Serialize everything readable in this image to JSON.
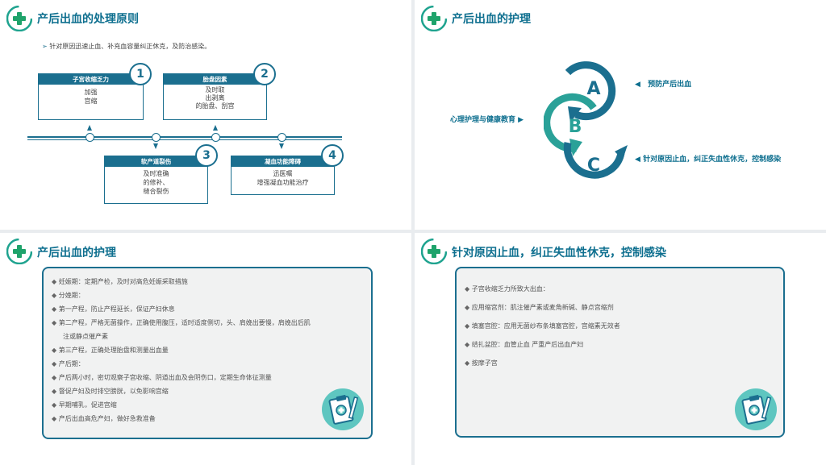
{
  "slide1": {
    "title": "产后出血的处理原则",
    "bullet": "针对原因迅速止血、补充血容量纠正休克，及防治感染。",
    "boxes": [
      {
        "num": "1",
        "header": "子宫收缩乏力",
        "lines": [
          "加强",
          "宫缩"
        ]
      },
      {
        "num": "2",
        "header": "胎盘因素",
        "lines": [
          "及时取",
          "出剥离",
          "的胎盘、刮宫"
        ]
      },
      {
        "num": "3",
        "header": "软产道裂伤",
        "lines": [
          "及时准确",
          "的修补、",
          "缝合裂伤"
        ]
      },
      {
        "num": "4",
        "header": "凝血功能障碍",
        "lines": [
          "迅医嘱",
          "增强凝血功能治疗"
        ]
      }
    ]
  },
  "slide2": {
    "title": "产后出血的护理",
    "letters": [
      "A",
      "B",
      "C"
    ],
    "label_a": "预防产后出血",
    "label_b": "心理护理与健康教育",
    "label_c": "针对原因止血，纠正失血性休克，控制感染"
  },
  "slide3": {
    "title": "产后出血的护理",
    "items": [
      "妊娠期：定期产检，及时对高危妊娠采取措施",
      "分娩期：",
      "第一产程，防止产程延长，保证产妇休息",
      "第二产程，严格无菌操作，正确使用腹压，适时适度侧切，头、肩娩出要慢，肩娩出后肌",
      "注或静点催产素",
      "第三产程，正确处理胎盘和测量出血量",
      "产后期：",
      "产后两小时，密切观察子宫收缩、阴道出血及会阴伤口，定期生命体征测量",
      "督促产妇及时排空膀胱，以免影响宫缩",
      "早期哺乳，促进宫缩",
      "产后出血高危产妇，做好急救准备"
    ]
  },
  "slide4": {
    "title": "针对原因止血，纠正失血性休克，控制感染",
    "items": [
      "子宫收缩乏力所致大出血：",
      "应用缩宫剂：肌注催产素或麦角新碱、静点宫缩剂",
      "填塞宫腔：应用无菌纱布条填塞宫腔，宫缩素无效者",
      "结扎盆腔：血管止血 严重产后出血产妇",
      "按摩子宫"
    ]
  },
  "colors": {
    "accent": "#1b6f8f",
    "teal": "#2aa198",
    "green": "#1fa36b"
  }
}
